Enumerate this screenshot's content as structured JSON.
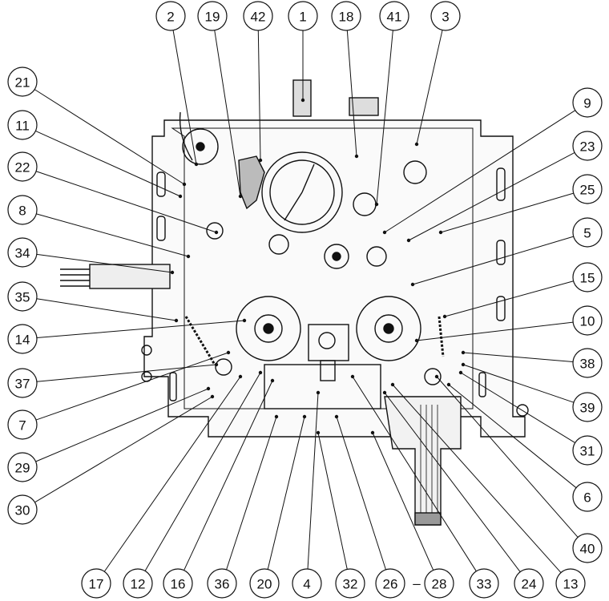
{
  "diagram": {
    "callouts": [
      "2",
      "19",
      "42",
      "1",
      "18",
      "41",
      "3",
      "21",
      "11",
      "22",
      "8",
      "34",
      "35",
      "14",
      "37",
      "7",
      "29",
      "30",
      "9",
      "23",
      "25",
      "5",
      "15",
      "10",
      "38",
      "39",
      "31",
      "6",
      "40",
      "17",
      "12",
      "16",
      "36",
      "20",
      "4",
      "32",
      "26",
      "28",
      "33",
      "24",
      "13"
    ],
    "range_separator": "–"
  }
}
